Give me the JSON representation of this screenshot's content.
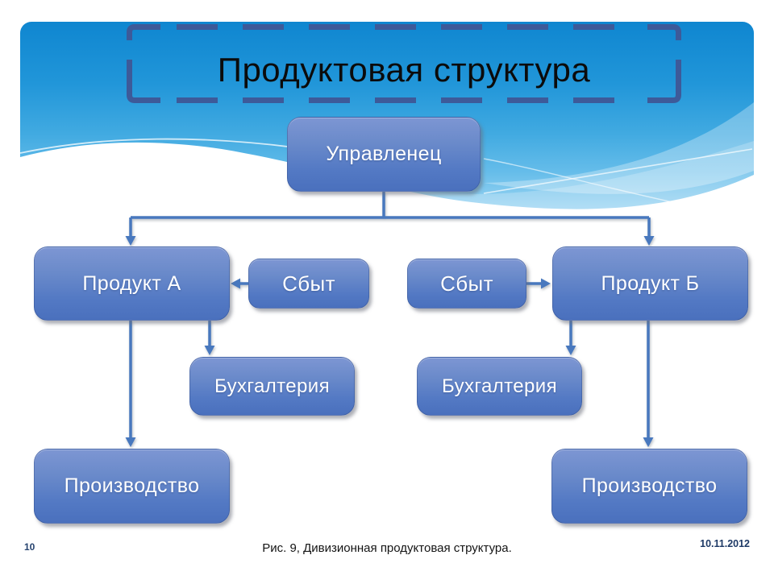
{
  "slide": {
    "title": "Продуктовая структура",
    "footer": {
      "page_number": "10",
      "caption": "Рис. 9, Дивизионная продуктовая структура.",
      "date": "10.11.2012"
    }
  },
  "diagram": {
    "type": "org-chart",
    "nodes": [
      {
        "id": "manager",
        "label": "Управленец"
      },
      {
        "id": "product_a",
        "label": "Продукт А"
      },
      {
        "id": "sales_left",
        "label": "Сбыт"
      },
      {
        "id": "sales_right",
        "label": "Сбыт"
      },
      {
        "id": "product_b",
        "label": "Продукт Б"
      },
      {
        "id": "accounting_left",
        "label": "Бухгалтерия"
      },
      {
        "id": "accounting_right",
        "label": "Бухгалтерия"
      },
      {
        "id": "production_left",
        "label": "Производство"
      },
      {
        "id": "production_right",
        "label": "Производство"
      }
    ],
    "edges": [
      {
        "from": "manager",
        "to": "product_a"
      },
      {
        "from": "manager",
        "to": "product_b"
      },
      {
        "from": "sales_left",
        "to": "product_a"
      },
      {
        "from": "sales_right",
        "to": "product_b"
      },
      {
        "from": "product_a",
        "to": "accounting_left"
      },
      {
        "from": "product_a",
        "to": "production_left"
      },
      {
        "from": "product_b",
        "to": "accounting_right"
      },
      {
        "from": "product_b",
        "to": "production_right"
      }
    ]
  },
  "colors": {
    "header_blue": "#1a8fd4",
    "header_blue_light": "#9ad4f2",
    "node_gradient_top": "#7d96d3",
    "node_gradient_bottom": "#4a70bd",
    "connector": "#4878be",
    "title_frame": "#3d5a99",
    "title_text": "#0b0b0b",
    "footer_navy": "#1e3a66"
  }
}
